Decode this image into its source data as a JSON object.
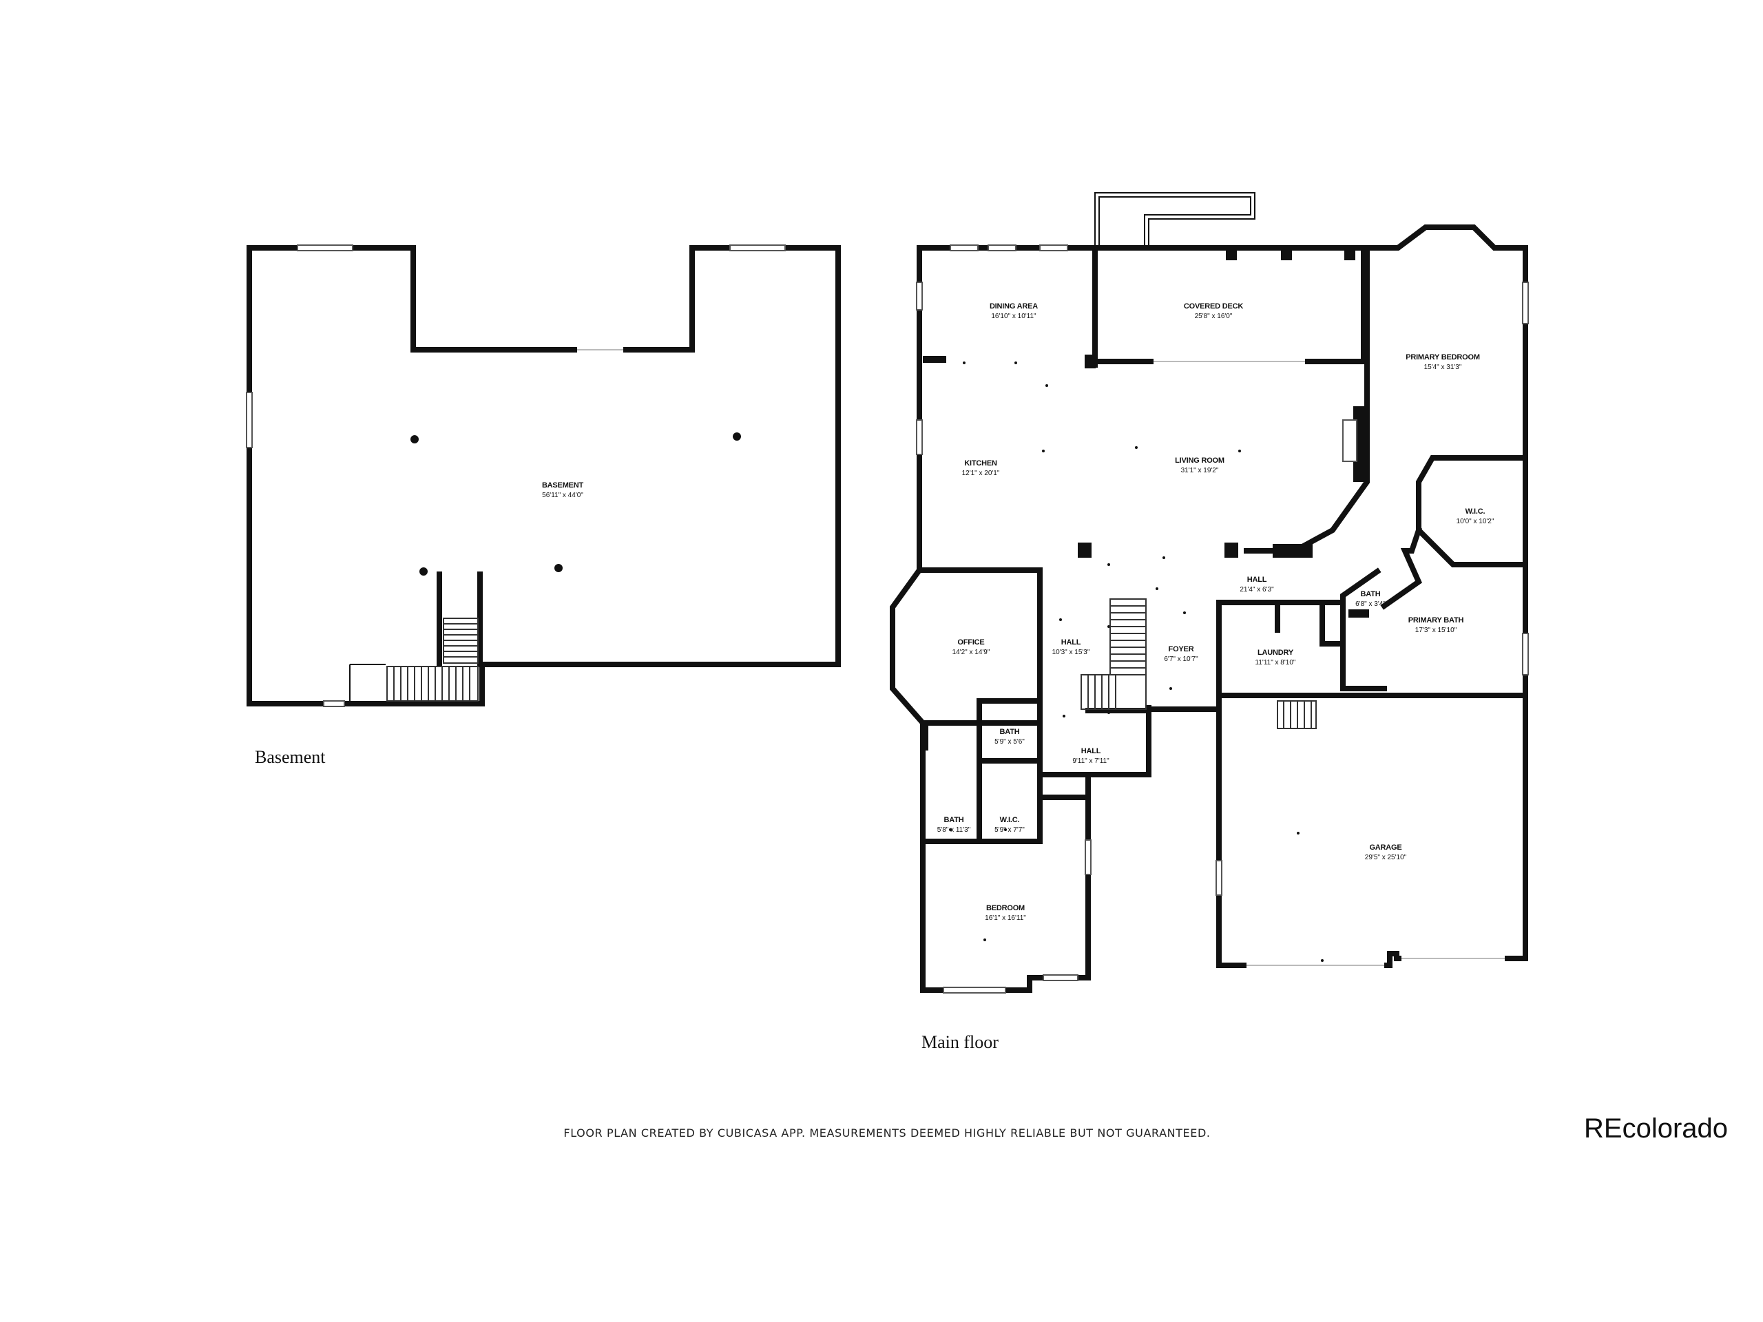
{
  "floors": {
    "basement": {
      "label": "Basement",
      "rooms": [
        {
          "name": "BASEMENT",
          "dim": "56'11\" x 44'0\""
        }
      ]
    },
    "main": {
      "label": "Main floor",
      "rooms": [
        {
          "name": "DINING AREA",
          "dim": "16'10\" x 10'11\""
        },
        {
          "name": "COVERED DECK",
          "dim": "25'8\" x 16'0\""
        },
        {
          "name": "PRIMARY BEDROOM",
          "dim": "15'4\" x 31'3\""
        },
        {
          "name": "KITCHEN",
          "dim": "12'1\" x 20'1\""
        },
        {
          "name": "LIVING ROOM",
          "dim": "31'1\" x 19'2\""
        },
        {
          "name": "W.I.C.",
          "dim": "10'0\" x 10'2\""
        },
        {
          "name": "HALL",
          "dim": "21'4\" x 6'3\""
        },
        {
          "name": "BATH",
          "dim": "6'8\" x 3'4\""
        },
        {
          "name": "OFFICE",
          "dim": "14'2\" x 14'9\""
        },
        {
          "name": "HALL",
          "dim": "10'3\" x 15'3\""
        },
        {
          "name": "FOYER",
          "dim": "6'7\" x 10'7\""
        },
        {
          "name": "LAUNDRY",
          "dim": "11'11\" x 8'10\""
        },
        {
          "name": "PRIMARY BATH",
          "dim": "17'3\" x 15'10\""
        },
        {
          "name": "BATH",
          "dim": "5'9\" x 5'6\""
        },
        {
          "name": "HALL",
          "dim": "9'11\" x 7'11\""
        },
        {
          "name": "BATH",
          "dim": "5'8\" x 11'3\""
        },
        {
          "name": "W.I.C.",
          "dim": "5'9\" x 7'7\""
        },
        {
          "name": "GARAGE",
          "dim": "29'5\" x 25'10\""
        },
        {
          "name": "BEDROOM",
          "dim": "16'1\" x 16'11\""
        }
      ]
    }
  },
  "footer": {
    "disclaimer": "FLOOR PLAN CREATED BY CUBICASA APP. MEASUREMENTS DEEMED HIGHLY RELIABLE BUT NOT GUARANTEED.",
    "brand": "REcolorado"
  }
}
